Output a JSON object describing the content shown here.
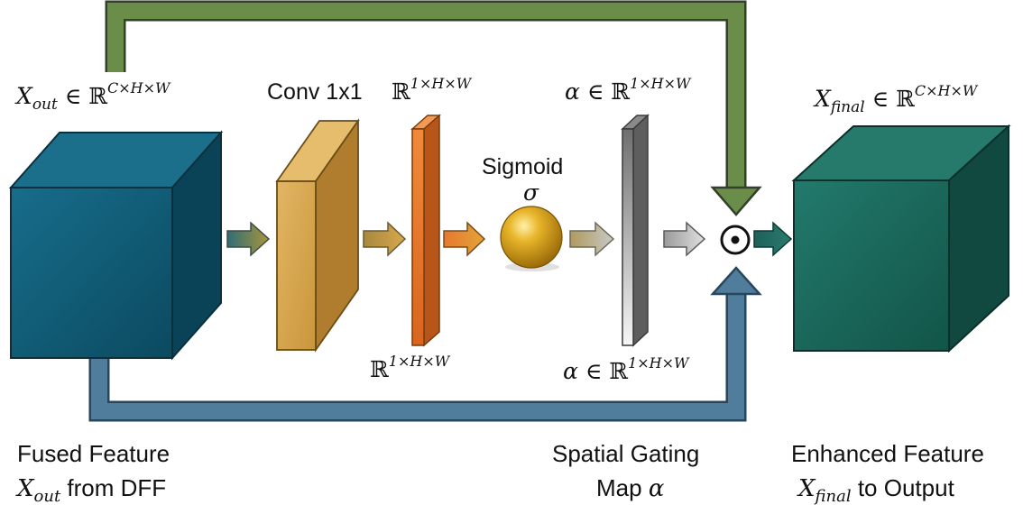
{
  "labels": {
    "input_shape": "X_out ∈ ℝ^(C×H×W)",
    "conv_title": "Conv 1x1",
    "conv_out_shape_top": "ℝ^(1×H×W)",
    "conv_out_shape_bottom": "ℝ^(1×H×W)",
    "sigmoid_title": "Sigmoid",
    "sigmoid_symbol": "σ",
    "alpha_top": "α ∈ ℝ^(1×H×W)",
    "alpha_bottom": "α ∈ ℝ^(1×H×W)",
    "final_shape": "X_final ∈ ℝ^(C×H×W)",
    "multiply_symbol": "⊙"
  },
  "captions": {
    "input_line1": "Fused Feature",
    "input_line2_var": "X_out",
    "input_line2_rest": " from DFF",
    "gating_line1": "Spatial Gating",
    "gating_line2": "Map α",
    "output_line1": "Enhanced Feature",
    "output_line2_var": "X_final",
    "output_line2_rest": " to Output"
  },
  "colors": {
    "input_cube_front": "#0f5a74",
    "input_cube_top": "#1b6f8a",
    "input_cube_side": "#0a4357",
    "conv_front": "#d8a84e",
    "conv_side": "#b07d2e",
    "orange_front": "#e8782e",
    "orange_side": "#b8561a",
    "gate_light": "#f2f2f2",
    "gate_dark": "#7a7a7a",
    "output_cube_front": "#1a6a5e",
    "output_cube_top": "#267a6c",
    "output_cube_side": "#11483f",
    "skip_green": "#6a8d4a",
    "skip_blue": "#4f7d9b",
    "sphere": "#d9a21a"
  }
}
